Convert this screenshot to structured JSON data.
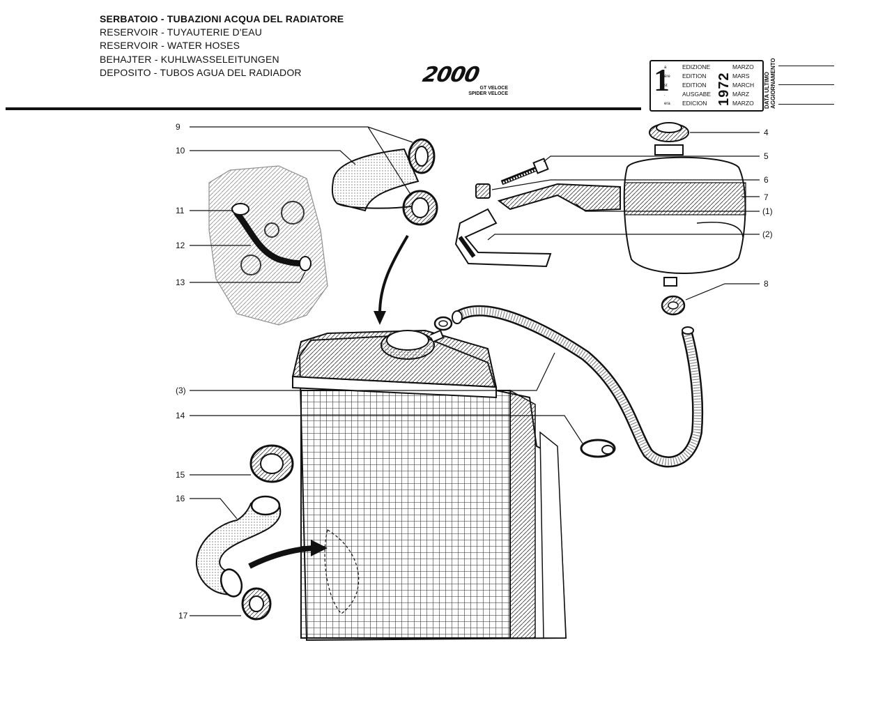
{
  "header": {
    "titles": [
      "SERBATOIO - TUBAZIONI ACQUA DEL RADIATORE",
      "RESERVOIR - TUYAUTERIE D'EAU",
      "RESERVOIR - WATER HOSES",
      "BEHAJTER - KUHLWASSELEITUNGEN",
      "DEPOSITO - TUBOS AGUA DEL RADIADOR"
    ],
    "logo": {
      "mark": "2000",
      "line1": "GT VELOCE",
      "line2": "SPIDER VELOCE"
    }
  },
  "edition": {
    "number": "1",
    "suffixes": [
      "a",
      "ére",
      "st",
      ".",
      "era"
    ],
    "languages": [
      "EDIZIONE",
      "EDITION",
      "EDITION",
      "AUSGABE",
      "EDICION"
    ],
    "months": [
      "MARZO",
      "MARS",
      "MARCH",
      "MÄRZ",
      "MARZO"
    ],
    "year": "1972",
    "update_label_1": "DATA ULTIMO",
    "update_label_2": "AGGIORNAMENTO"
  },
  "callouts": [
    {
      "id": "c9",
      "label": "9"
    },
    {
      "id": "c10",
      "label": "10"
    },
    {
      "id": "c11",
      "label": "11"
    },
    {
      "id": "c12",
      "label": "12"
    },
    {
      "id": "c13",
      "label": "13"
    },
    {
      "id": "c4",
      "label": "4"
    },
    {
      "id": "c5",
      "label": "5"
    },
    {
      "id": "c6",
      "label": "6"
    },
    {
      "id": "c7",
      "label": "7"
    },
    {
      "id": "c1p",
      "label": "(1)"
    },
    {
      "id": "c2p",
      "label": "(2)"
    },
    {
      "id": "c8",
      "label": "8"
    },
    {
      "id": "c3p",
      "label": "(3)"
    },
    {
      "id": "c14",
      "label": "14"
    },
    {
      "id": "c15",
      "label": "15"
    },
    {
      "id": "c16",
      "label": "16"
    },
    {
      "id": "c17",
      "label": "17"
    }
  ]
}
